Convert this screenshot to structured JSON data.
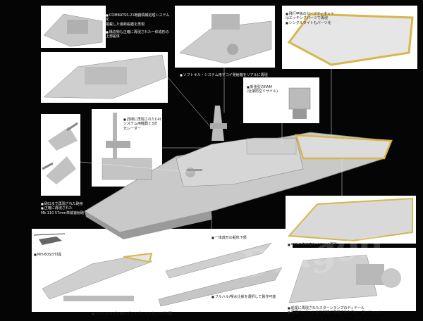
{
  "captions": {
    "combatss": [
      "COMBATSS-21戦闘情報処理システムを",
      "搭載した最新鋭艦を再現"
    ],
    "hull_upper": [
      "構造物も正確に再現された一体成形の",
      "上部船体"
    ],
    "softkill": [
      "ソフトキル・システム用デコイ発射機をリアルに再現"
    ],
    "flight_deck": [
      "飛行甲板のセーフティネット",
      "はエッチングパーツで再現",
      "シングルライトもパーツ化"
    ],
    "ram": [
      "新金型のRAM",
      "(近接防空ミサイル)"
    ],
    "mast": [
      "詳細に再現されたC4I",
      "システム用機器と3次",
      "元レーダー"
    ],
    "gun": [
      "砲口まで再現された砲身",
      "正確に再現された",
      "Mk.110 57mm単装速射砲"
    ],
    "helo": [
      "MH-60Sが付属"
    ],
    "lower_hull": [
      "一体成形の船体下部"
    ],
    "hull_detail": [
      "甲板の格納庫もリアルに再現"
    ],
    "fullhull": [
      "フルハル/喫水仕様を選択して製作可能"
    ],
    "stand": [
      "フルハルモデル用のディスプレイスタンドが付属"
    ],
    "stern": [
      "船尾に再現されたスターンランプのディテール",
      "船尾ディテールまで正確に再現されたウォータージェット"
    ]
  },
  "colors": {
    "background": "#050505",
    "panel": "#ffffff",
    "deck": "#f2d98a",
    "text": "#f2f2f2"
  }
}
